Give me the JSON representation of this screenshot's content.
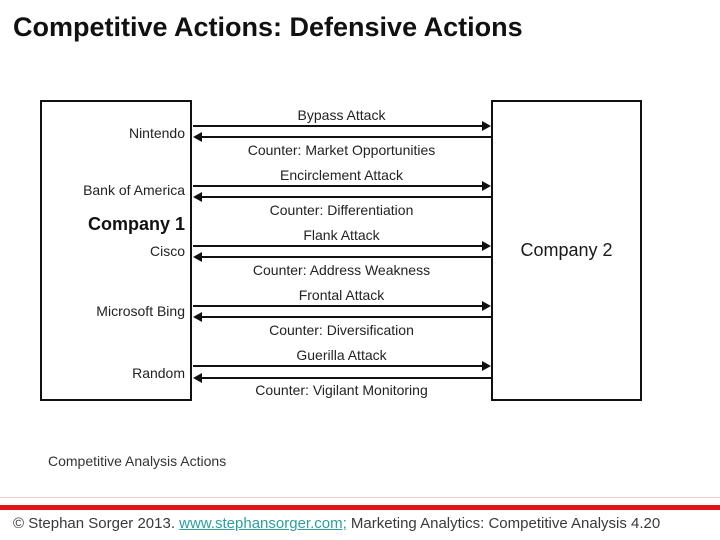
{
  "slide": {
    "title": "Competitive Actions: Defensive Actions",
    "caption": "Competitive Analysis Actions"
  },
  "diagram": {
    "company1": "Company 1",
    "company2": "Company 2",
    "competitors": [
      "Nintendo",
      "Bank of America",
      "Cisco",
      "Microsoft Bing",
      "Random"
    ],
    "exchanges": [
      {
        "attack": "Bypass Attack",
        "counter": "Counter: Market Opportunities"
      },
      {
        "attack": "Encirclement Attack",
        "counter": "Counter: Differentiation"
      },
      {
        "attack": "Flank Attack",
        "counter": "Counter: Address Weakness"
      },
      {
        "attack": "Frontal Attack",
        "counter": "Counter: Diversification"
      },
      {
        "attack": "Guerilla Attack",
        "counter": "Counter: Vigilant Monitoring"
      }
    ]
  },
  "footer": {
    "copyright": "© Stephan Sorger 2013. ",
    "link": "www.stephansorger.com;",
    "rest": " Marketing Analytics: Competitive Analysis 4.20"
  },
  "colors": {
    "accent_red": "#e01414",
    "link_teal": "#2E9E9E"
  }
}
